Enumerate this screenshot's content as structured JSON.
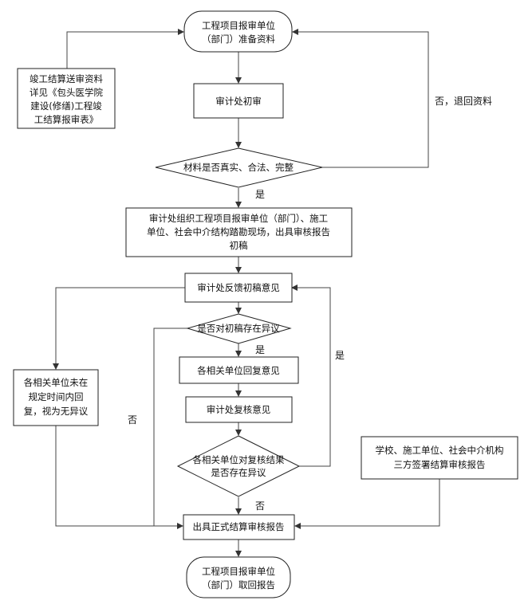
{
  "nodes": {
    "start": [
      "工程项目报审单位",
      "（部门）准备资料"
    ],
    "submit_note": [
      "竣工结算送审资料",
      "详见《包头医学院",
      "建设(修缮)工程竣",
      "工结算报审表》"
    ],
    "initial_audit": "审计处初审",
    "check_materials": "材料是否真实、合法、完整",
    "site_survey": [
      "审计处组织工程项目报审单位（部门）、施工",
      "单位、社会中介结构踏勘现场，出具审核报告",
      "初稿"
    ],
    "feedback": "审计处反馈初稿意见",
    "objection_check": "是否对初稿存在异议",
    "units_reply": "各相关单位回复意见",
    "reaudit": "审计处复核意见",
    "reaudit_check": [
      "各相关单位对复核结果",
      "是否存在异议"
    ],
    "no_reply": [
      "各相关单位未在",
      "规定时间内回",
      "复，视为无异议"
    ],
    "sign_report": [
      "学校、施工单位、社会中介机构",
      "三方签署结算审核报告"
    ],
    "final_report": "出具正式结算审核报告",
    "end": [
      "工程项目报审单位",
      "（部门）取回报告"
    ]
  },
  "edge_labels": {
    "reject": "否，退回资料",
    "yes_materials": "是",
    "yes_objection": "是",
    "yes_loop": "是",
    "no_objection": "否",
    "no_reaudit": "否"
  }
}
